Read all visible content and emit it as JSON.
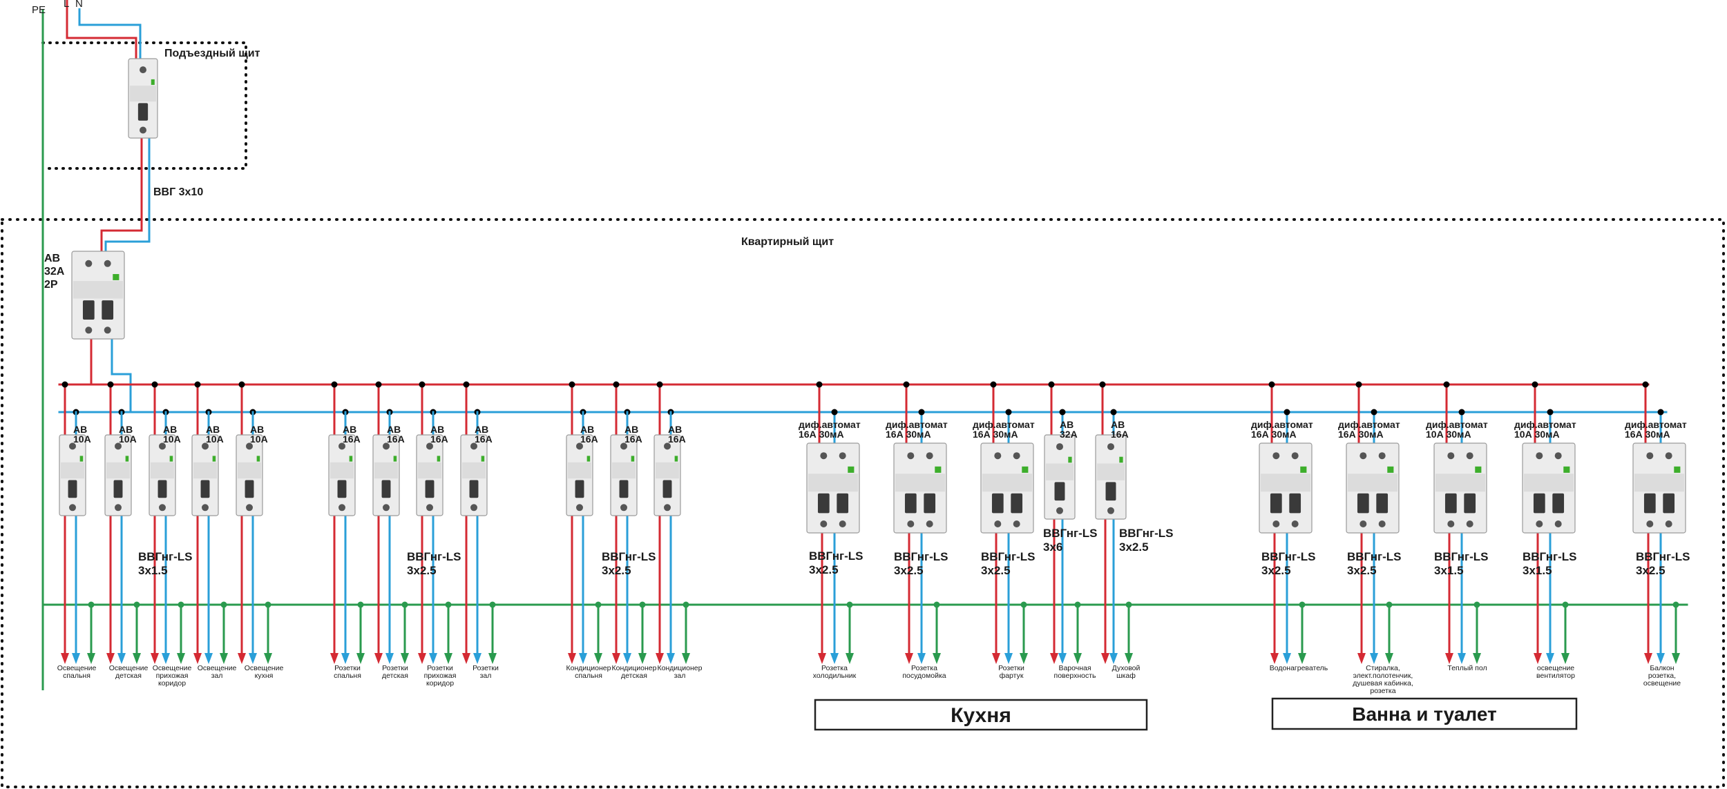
{
  "wire_labels": {
    "pe": "PE",
    "l": "L",
    "n": "N"
  },
  "colors": {
    "phase": "#d42a33",
    "neutral": "#2a9fd8",
    "pe": "#2a9a4e",
    "breaker_body": "#ececec",
    "toggle": "#3a3a3a",
    "brand_logo": "#3dae2b"
  },
  "entrance_panel": {
    "title": "Подъездный щит"
  },
  "feeder_cable": {
    "label": "ВВГ 3х10"
  },
  "apartment_panel": {
    "title": "Квартирный щит"
  },
  "main_breaker": {
    "lines": [
      "АВ",
      "32А",
      "2Р"
    ]
  },
  "breakers": [
    {
      "type": "single",
      "lines": [
        "АВ",
        "10А"
      ]
    },
    {
      "type": "single",
      "lines": [
        "АВ",
        "10А"
      ]
    },
    {
      "type": "single",
      "lines": [
        "АВ",
        "10А"
      ]
    },
    {
      "type": "single",
      "lines": [
        "АВ",
        "10А"
      ]
    },
    {
      "type": "single",
      "lines": [
        "АВ",
        "10А"
      ]
    },
    {
      "type": "single",
      "lines": [
        "АВ",
        "16А"
      ]
    },
    {
      "type": "single",
      "lines": [
        "АВ",
        "16А"
      ]
    },
    {
      "type": "single",
      "lines": [
        "АВ",
        "16А"
      ]
    },
    {
      "type": "single",
      "lines": [
        "АВ",
        "16А"
      ]
    },
    {
      "type": "single",
      "lines": [
        "АВ",
        "16А"
      ]
    },
    {
      "type": "single",
      "lines": [
        "АВ",
        "16А"
      ]
    },
    {
      "type": "single",
      "lines": [
        "АВ",
        "16А"
      ]
    },
    {
      "type": "double",
      "lines": [
        "диф.автомат",
        "16А 30мА"
      ]
    },
    {
      "type": "double",
      "lines": [
        "диф.автомат",
        "16А 30мА"
      ]
    },
    {
      "type": "double",
      "lines": [
        "диф.автомат",
        "16А 30мА"
      ]
    },
    {
      "type": "single",
      "lines": [
        "АВ",
        "32А"
      ]
    },
    {
      "type": "single",
      "lines": [
        "АВ",
        "16А"
      ]
    },
    {
      "type": "double",
      "lines": [
        "диф.автомат",
        "16А 30мА"
      ]
    },
    {
      "type": "double",
      "lines": [
        "диф.автомат",
        "16А 30мА"
      ]
    },
    {
      "type": "double",
      "lines": [
        "диф.автомат",
        "10А 30мА"
      ]
    },
    {
      "type": "double",
      "lines": [
        "диф.автомат",
        "10А 30мА"
      ]
    },
    {
      "type": "double",
      "lines": [
        "диф.автомат",
        "16А 30мА"
      ]
    }
  ],
  "cables": [
    {
      "lines": [
        "ВВГнг-LS",
        "3х1.5"
      ]
    },
    {
      "lines": [
        "ВВГнг-LS",
        "3х2.5"
      ]
    },
    {
      "lines": [
        "ВВГнг-LS",
        "3х2.5"
      ]
    },
    {
      "lines": [
        "ВВГнг-LS",
        "3х2.5"
      ]
    },
    {
      "lines": [
        "ВВГнг-LS",
        "3х2.5"
      ]
    },
    {
      "lines": [
        "ВВГнг-LS",
        "3х2.5"
      ]
    },
    {
      "lines": [
        "ВВГнг-LS",
        "3х6"
      ]
    },
    {
      "lines": [
        "ВВГнг-LS",
        "3х2.5"
      ]
    },
    {
      "lines": [
        "ВВГнг-LS",
        "3х2.5"
      ]
    },
    {
      "lines": [
        "ВВГнг-LS",
        "3х2.5"
      ]
    },
    {
      "lines": [
        "ВВГнг-LS",
        "3х1.5"
      ]
    },
    {
      "lines": [
        "ВВГнг-LS",
        "3х1.5"
      ]
    },
    {
      "lines": [
        "ВВГнг-LS",
        "3х2.5"
      ]
    }
  ],
  "circuits": [
    {
      "lines": [
        "Освещение",
        "спальня"
      ]
    },
    {
      "lines": [
        "Освещение",
        "детская"
      ]
    },
    {
      "lines": [
        "Освещение",
        "прихожая",
        "коридор"
      ]
    },
    {
      "lines": [
        "Освещение",
        "зал"
      ]
    },
    {
      "lines": [
        "Освещение",
        "кухня"
      ]
    },
    {
      "lines": [
        "Розетки",
        "спальня"
      ]
    },
    {
      "lines": [
        "Розетки",
        "детская"
      ]
    },
    {
      "lines": [
        "Розетки",
        "прихожая",
        "коридор"
      ]
    },
    {
      "lines": [
        "Розетки",
        "зал"
      ]
    },
    {
      "lines": [
        "Кондиционер",
        "спальня"
      ]
    },
    {
      "lines": [
        "Кондиционер",
        "детская"
      ]
    },
    {
      "lines": [
        "Кондиционер",
        "зал"
      ]
    },
    {
      "lines": [
        "Розетка",
        "холодильник"
      ]
    },
    {
      "lines": [
        "Розетка",
        "посудомойка"
      ]
    },
    {
      "lines": [
        "Розетки",
        "фартук"
      ]
    },
    {
      "lines": [
        "Варочная",
        "поверхность"
      ]
    },
    {
      "lines": [
        "Духовой",
        "шкаф"
      ]
    },
    {
      "lines": [
        "Водонагреватель"
      ]
    },
    {
      "lines": [
        "Стиралка,",
        "элект.полотенчик,",
        "душевая кабинка,",
        "розетка"
      ]
    },
    {
      "lines": [
        "Теплый пол"
      ]
    },
    {
      "lines": [
        "освещение",
        "вентилятор"
      ]
    },
    {
      "lines": [
        "Балкон",
        "розетка,",
        "освещение"
      ]
    }
  ],
  "zones": [
    {
      "label": "Кухня"
    },
    {
      "label": "Ванна и туалет"
    }
  ]
}
